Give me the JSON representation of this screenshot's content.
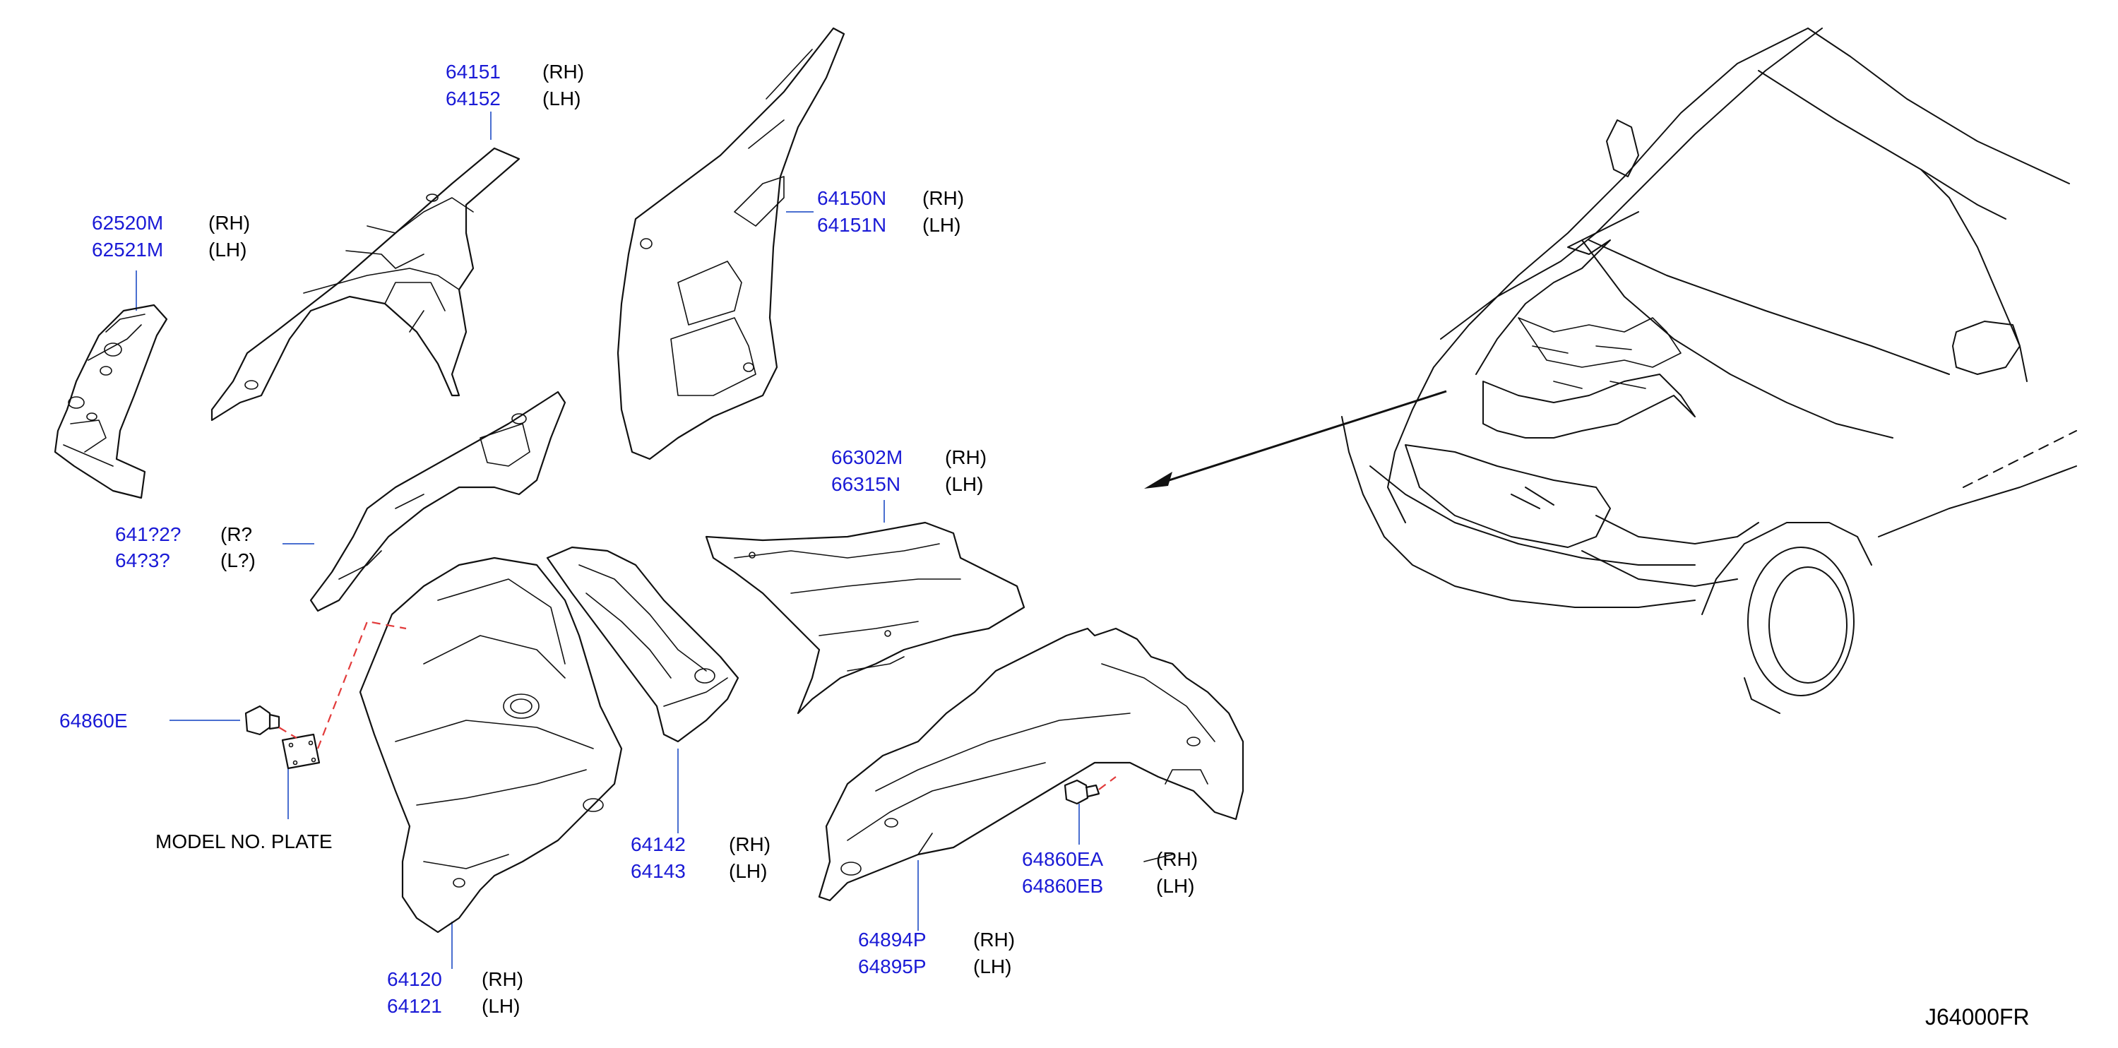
{
  "diagram_id": "J64000FR",
  "callouts": [
    {
      "id": "c1",
      "numbers": [
        "64151",
        "64152"
      ],
      "sides": [
        "(RH)",
        "(LH)"
      ]
    },
    {
      "id": "c2",
      "numbers": [
        "62520M",
        "62521M"
      ],
      "sides": [
        "(RH)",
        "(LH)"
      ]
    },
    {
      "id": "c3",
      "numbers": [
        "64150N",
        "64151N"
      ],
      "sides": [
        "(RH)",
        "(LH)"
      ]
    },
    {
      "id": "c4",
      "numbers": [
        "66302M",
        "66315N"
      ],
      "sides": [
        "(RH)",
        "(LH)"
      ]
    },
    {
      "id": "c5",
      "numbers": [
        "64860E"
      ],
      "sides": []
    },
    {
      "id": "c6",
      "numbers": [
        "64142",
        "64143"
      ],
      "sides": [
        "(RH)",
        "(LH)"
      ]
    },
    {
      "id": "c7",
      "numbers": [
        "64860EA",
        "64860EB"
      ],
      "sides": [
        "(RH)",
        "(LH)"
      ]
    },
    {
      "id": "c8",
      "numbers": [
        "64894P",
        "64895P"
      ],
      "sides": [
        "(RH)",
        "(LH)"
      ]
    },
    {
      "id": "c9",
      "numbers": [
        "64120",
        "64121"
      ],
      "sides": [
        "(RH)",
        "(LH)"
      ]
    },
    {
      "id": "c10",
      "numbers": [
        "641?2?",
        "64?3?"
      ],
      "sides": [
        "(R?",
        "(L?)"
      ]
    }
  ],
  "labels": {
    "model_plate": "MODEL   NO.   PLATE"
  },
  "colors": {
    "part_number": "#1a1ad6",
    "leader_line": "#4a6fd0",
    "model_plate_link": "#e23b3b",
    "linework": "#111111"
  }
}
